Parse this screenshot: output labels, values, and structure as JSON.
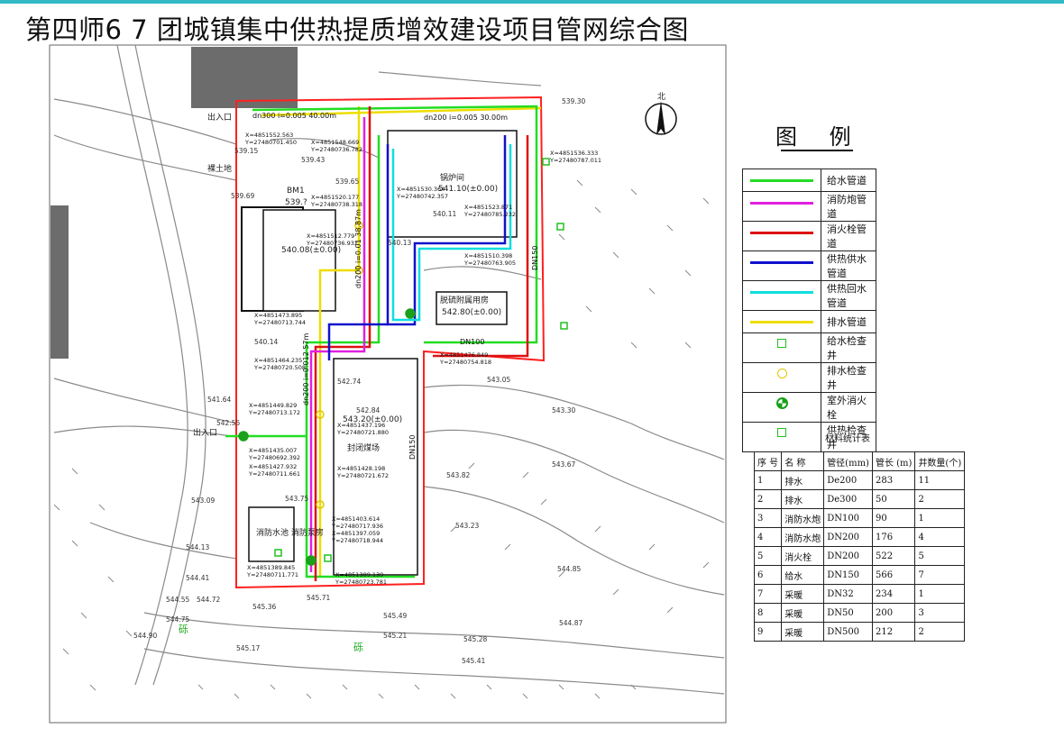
{
  "title": "第四师6 7 团城镇集中供热提质增效建设项目管网综合图",
  "colors": {
    "water_supply": "#22dd22",
    "fire_cannon": "#e020e0",
    "fire_hydrant": "#dd1111",
    "heating_supply": "#1111cc",
    "heating_return": "#11dddd",
    "drainage": "#eedd00",
    "boundary": "#ff2020",
    "terrain": "#8a8a8a"
  },
  "legend": {
    "title": "图 例",
    "items": [
      {
        "label": "给水管道",
        "symbol": "line",
        "color": "#22dd22"
      },
      {
        "label": "消防炮管道",
        "symbol": "line",
        "color": "#e020e0"
      },
      {
        "label": "消火栓管道",
        "symbol": "line",
        "color": "#dd1111"
      },
      {
        "label": "供热供水管道",
        "symbol": "line",
        "color": "#1111cc"
      },
      {
        "label": "供热回水管道",
        "symbol": "line",
        "color": "#11dddd"
      },
      {
        "label": "排水管道",
        "symbol": "line",
        "color": "#eedd00"
      },
      {
        "label": "给水检查井",
        "symbol": "square",
        "color": "#22c022"
      },
      {
        "label": "排水检查井",
        "symbol": "circle",
        "color": "#e0c800"
      },
      {
        "label": "室外消火栓",
        "symbol": "hydrant",
        "color": "#1aa01a"
      },
      {
        "label": "供热检查井",
        "symbol": "square",
        "color": "#22c022"
      }
    ]
  },
  "materials": {
    "caption": "材料统计表",
    "headers": [
      "序 号",
      "名 称",
      "管径(mm)",
      "管长 (m)",
      "井数量(个)"
    ],
    "rows": [
      [
        "1",
        "排水",
        "De200",
        "283",
        "11"
      ],
      [
        "2",
        "排水",
        "De300",
        "50",
        "2"
      ],
      [
        "3",
        "消防水炮",
        "DN100",
        "90",
        "1"
      ],
      [
        "4",
        "消防水炮",
        "DN200",
        "176",
        "4"
      ],
      [
        "5",
        "消火栓",
        "DN200",
        "522",
        "5"
      ],
      [
        "6",
        "给水",
        "DN150",
        "566",
        "7"
      ],
      [
        "7",
        "采暖",
        "DN32",
        "234",
        "1"
      ],
      [
        "8",
        "采暖",
        "DN50",
        "200",
        "3"
      ],
      [
        "9",
        "采暖",
        "DN500",
        "212",
        "2"
      ]
    ]
  },
  "map": {
    "north_label": "北",
    "buildings": [
      {
        "name": "锅炉间",
        "elev": "541.10(±0.00)"
      },
      {
        "name": "脱硫附属用房",
        "elev": "542.80(±0.00)"
      },
      {
        "name": "封闭煤场",
        "elev": "543.20(±0.00)"
      },
      {
        "name": "消防水池\n消防泵房",
        "elev": ""
      },
      {
        "name": "",
        "elev": "540.08(±0.00)"
      }
    ],
    "entrances": [
      "出入口",
      "出入口"
    ],
    "pipe_notes": [
      "dn300 i=0.005 40.00m",
      "dn200 i=0.005 30.00m",
      "dn200 i=0.01 38.87m",
      "dn200 i=0.012 57m",
      "DN150",
      "DN150",
      "DN100"
    ],
    "coords": [
      "X=4851552.563",
      "Y=27480701.450",
      "X=4851548.669",
      "Y=27480736.782",
      "X=4851520.177",
      "Y=27480738.318",
      "X=4851536.333",
      "Y=27480787.011",
      "X=4851530.364",
      "Y=27480742.357",
      "X=4851523.871",
      "Y=27480785.232",
      "X=4851512.779",
      "Y=27480736.932",
      "X=4851510.398",
      "Y=27480763.905",
      "X=4851473.895",
      "Y=27480713.744",
      "X=4851464.235",
      "Y=27480720.508",
      "X=4851476.849",
      "Y=27480754.818",
      "X=4851449.829",
      "Y=27480713.172",
      "X=4851437.196",
      "Y=27480721.880",
      "X=4851435.007",
      "Y=27480692.392",
      "X=4851427.932",
      "Y=27480711.661",
      "X=4851428.198",
      "Y=27480721.672",
      "X=4851403.614",
      "Y=27480717.936",
      "X=4851397.059",
      "Y=27480718.944",
      "X=4851389.845",
      "Y=27480711.771",
      "X=4851389.139",
      "Y=27480723.781"
    ],
    "elevations": [
      "539.15",
      "539.43",
      "539.65",
      "539.69",
      "539.30",
      "540.11",
      "540.14",
      "540.13",
      "541.64",
      "542.55",
      "542.74",
      "542.84",
      "543.05",
      "543.30",
      "543.67",
      "543.82",
      "543.09",
      "543.23",
      "543.75",
      "544.13",
      "544.41",
      "544.55",
      "544.72",
      "544.75",
      "544.90",
      "545.17",
      "545.36",
      "545.49",
      "545.71",
      "545.21",
      "545.28",
      "545.41",
      "544.85",
      "544.87"
    ],
    "misc_labels": [
      "裸土地",
      "BM1",
      "539.?",
      "砾",
      "砾"
    ]
  }
}
